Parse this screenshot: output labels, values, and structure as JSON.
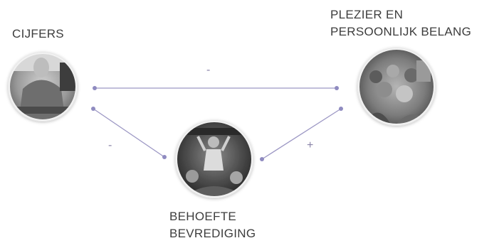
{
  "nodes": {
    "cijfers": {
      "lines": [
        "CIJFERS"
      ]
    },
    "plezier": {
      "lines": [
        "PLEZIER EN",
        "PERSOONLIJK BELANG"
      ]
    },
    "behoefte": {
      "lines": [
        "BEHOEFTE",
        "BEVREDIGING"
      ]
    }
  },
  "edges": {
    "cijfers_plezier": "-",
    "cijfers_behoefte": "-",
    "behoefte_plezier": "+"
  },
  "colors": {
    "line": "#9c97c4",
    "dot": "#8f8bc0",
    "text": "#3d3d3d"
  }
}
